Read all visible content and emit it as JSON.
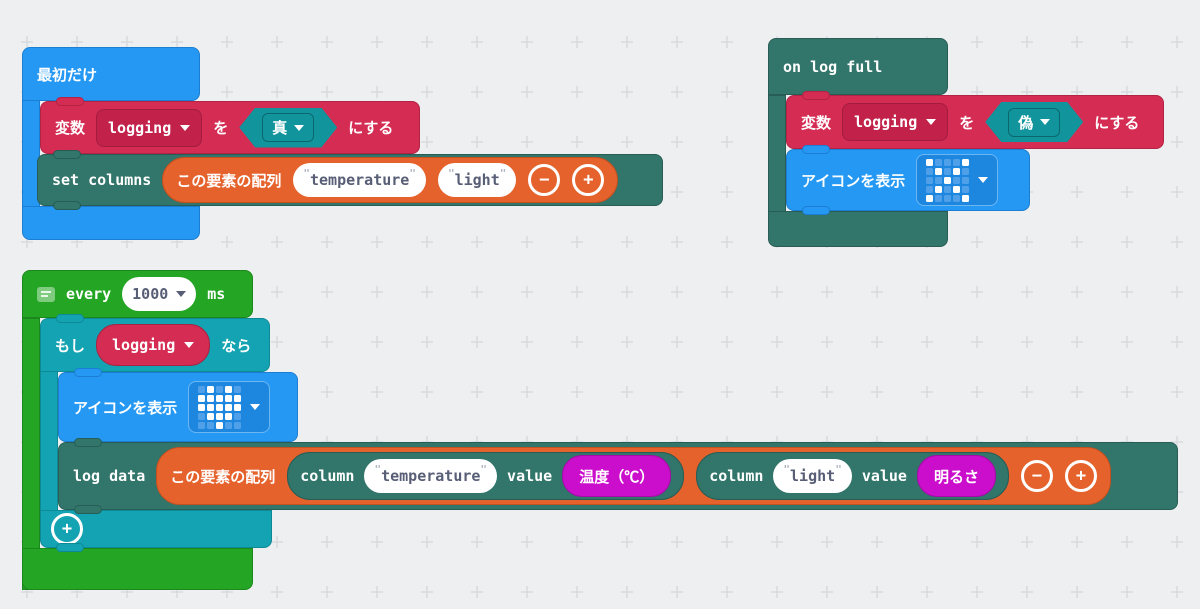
{
  "ui": {
    "quote": "\"",
    "minus_label": "−",
    "plus_label": "+",
    "colors": {
      "canvas_bg": "#edeff0",
      "grid_cross": "#d8dbde",
      "basic_blue": "#2498f3",
      "variables_red": "#d42c52",
      "logic_teal": "#14a3b2",
      "boolean_teal": "#11949c",
      "loops_green": "#24a524",
      "datalogger_green": "#32756a",
      "arrays_orange": "#e6622d",
      "input_magenta": "#cb0ecb"
    }
  },
  "on_start": {
    "title": "最初だけ",
    "set_variable": {
      "label_var": "変数",
      "variable": "logging",
      "label_to": "を",
      "value": "真",
      "label_set": "にする"
    },
    "set_columns": {
      "label": "set columns",
      "array_label": "この要素の配列",
      "columns": [
        "temperature",
        "light"
      ]
    }
  },
  "on_log_full": {
    "title": "on log full",
    "set_variable": {
      "label_var": "変数",
      "variable": "logging",
      "label_to": "を",
      "value": "偽",
      "label_set": "にする"
    },
    "show_icon": {
      "label": "アイコンを表示",
      "icon": "no-icon",
      "grid": [
        "10001",
        "01010",
        "00100",
        "01010",
        "10001"
      ]
    }
  },
  "every_loop": {
    "label_every": "every",
    "interval": "1000",
    "label_ms": "ms",
    "if_block": {
      "label_if": "もし",
      "condition": "logging",
      "label_then": "なら"
    },
    "show_icon": {
      "label": "アイコンを表示",
      "icon": "heart-icon",
      "grid": [
        "01010",
        "11111",
        "11111",
        "01110",
        "00100"
      ]
    },
    "log_data": {
      "label": "log data",
      "array_label": "この要素の配列",
      "entries": [
        {
          "label_column": "column",
          "column": "temperature",
          "label_value": "value",
          "value": "温度（℃）"
        },
        {
          "label_column": "column",
          "column": "light",
          "label_value": "value",
          "value": "明るさ"
        }
      ]
    }
  }
}
